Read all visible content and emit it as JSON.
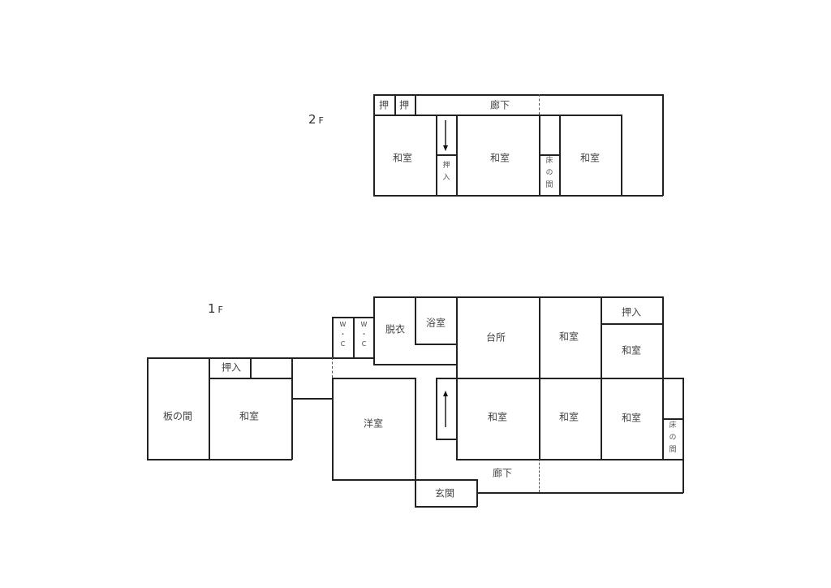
{
  "floor2": {
    "label_num": "2",
    "label_f": "F",
    "rooms": {
      "closet_a": "押",
      "closet_b": "押",
      "corridor": "廊下",
      "washitsu_left": "和室",
      "oshiire": "押入",
      "washitsu_center": "和室",
      "tokonoma": "床の間",
      "washitsu_right": "和室"
    },
    "stairs": "down-arrow-icon"
  },
  "floor1": {
    "label_num": "1",
    "label_f": "F",
    "rooms": {
      "itanoma": "板の間",
      "oshiire_left": "押入",
      "washitsu_left": "和室",
      "wc1": [
        "W",
        "・",
        "C"
      ],
      "wc2": [
        "W",
        "・",
        "C"
      ],
      "datsui": "脱衣",
      "yokushitsu": "浴室",
      "daidokoro": "台所",
      "washitsu_top_mid": "和室",
      "oshiire_right": "押入",
      "washitsu_top_right": "和室",
      "yoshitsu": "洋室",
      "washitsu_row2_a": "和室",
      "washitsu_row2_b": "和室",
      "washitsu_row2_c": "和室",
      "tokonoma": "床の間",
      "corridor": "廊下",
      "genkan": "玄関"
    },
    "stairs": "up-arrow-icon"
  }
}
